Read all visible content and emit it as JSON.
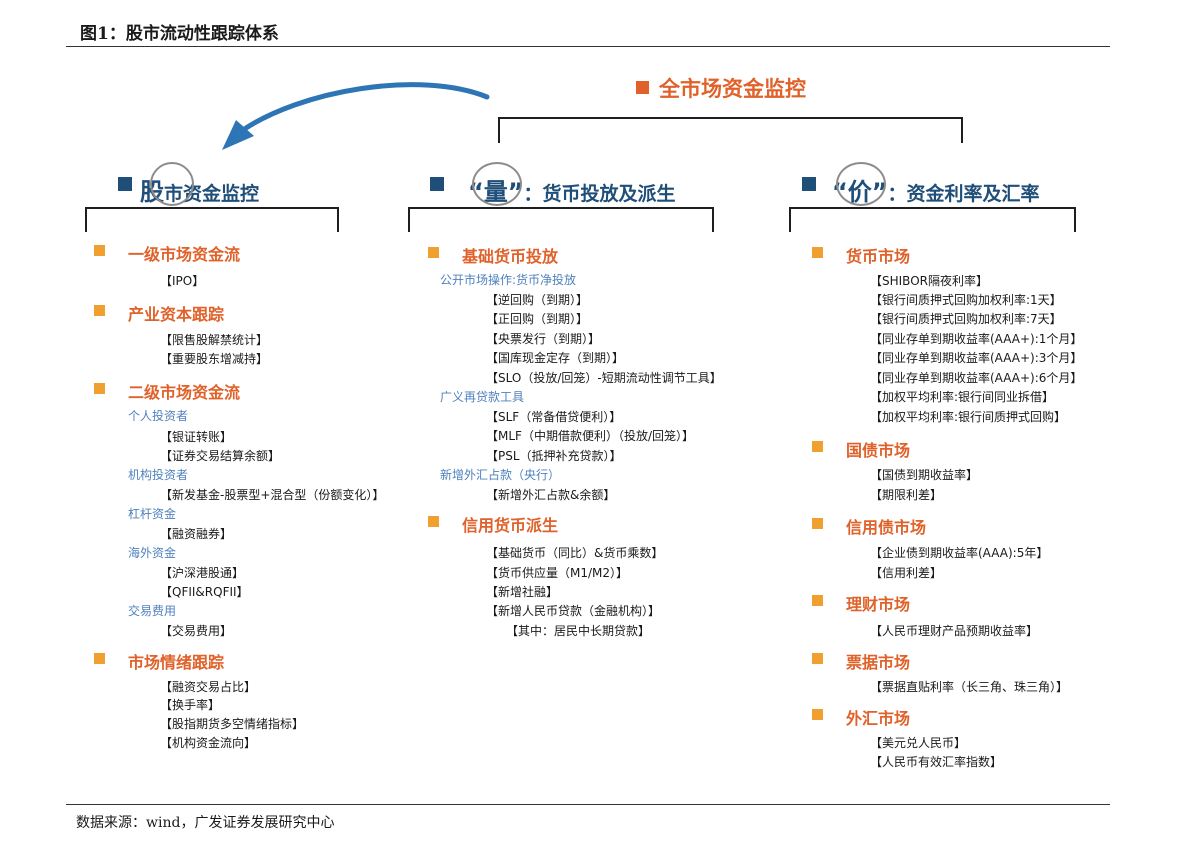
{
  "figure_title": "图1：股市流动性跟踪体系",
  "source": "数据来源：wind，广发证券发展研究中心",
  "top": {
    "title": "全市场资金监控"
  },
  "colors": {
    "orange": "#e0622a",
    "navy": "#1f4e79",
    "blue_sub": "#4f81bd",
    "arrow": "#2e75b6"
  },
  "columns": [
    {
      "title_big": "股",
      "title_rest": "市资金监控",
      "sections": [
        {
          "title": "一级市场资金流",
          "items": [
            "【IPO】"
          ]
        },
        {
          "title": "产业资本跟踪",
          "items": [
            "【限售股解禁统计】",
            "【重要股东增减持】"
          ]
        },
        {
          "title": "二级市场资金流",
          "groups": [
            {
              "label": "个人投资者",
              "items": [
                "【银证转账】",
                "【证券交易结算余额】"
              ]
            },
            {
              "label": "机构投资者",
              "items": [
                "【新发基金-股票型+混合型（份额变化）】"
              ]
            },
            {
              "label": "杠杆资金",
              "items": [
                "【融资融券】"
              ]
            },
            {
              "label": "海外资金",
              "items": [
                "【沪深港股通】",
                "【QFII&RQFII】"
              ]
            },
            {
              "label": "交易费用",
              "items": [
                "【交易费用】"
              ]
            }
          ]
        },
        {
          "title": "市场情绪跟踪",
          "items": [
            "【融资交易占比】",
            "【换手率】",
            "【股指期货多空情绪指标】",
            "【机构资金流向】"
          ]
        }
      ]
    },
    {
      "title_big": "“量”",
      "title_rest": "：货币投放及派生",
      "sections": [
        {
          "title": "基础货币投放",
          "groups": [
            {
              "label": "公开市场操作:货币净投放",
              "items": [
                "【逆回购（到期）】",
                "【正回购（到期）】",
                "【央票发行（到期）】",
                "【国库现金定存（到期）】",
                "【SLO（投放/回笼）-短期流动性调节工具】"
              ]
            },
            {
              "label": "广义再贷款工具",
              "items": [
                "【SLF（常备借贷便利）】",
                "【MLF（中期借款便利）（投放/回笼）】",
                "【PSL（抵押补充贷款）】"
              ]
            },
            {
              "label": "新增外汇占款（央行）",
              "items": [
                "【新增外汇占款&余额】"
              ]
            }
          ]
        },
        {
          "title": "信用货币派生",
          "items": [
            "【基础货币（同比）&货币乘数】",
            "【货币供应量（M1/M2）】",
            "【新增社融】",
            "【新增人民币贷款（金融机构）】"
          ],
          "subitem": "【其中：居民中长期贷款】"
        }
      ]
    },
    {
      "title_big": "“价”",
      "title_rest": "：资金利率及汇率",
      "sections": [
        {
          "title": "货币市场",
          "items": [
            "【SHIBOR隔夜利率】",
            "【银行间质押式回购加权利率:1天】",
            "【银行间质押式回购加权利率:7天】",
            "【同业存单到期收益率(AAA+):1个月】",
            "【同业存单到期收益率(AAA+):3个月】",
            "【同业存单到期收益率(AAA+):6个月】",
            "【加权平均利率:银行间同业拆借】",
            "【加权平均利率:银行间质押式回购】"
          ]
        },
        {
          "title": "国债市场",
          "items": [
            "【国债到期收益率】",
            "【期限利差】"
          ]
        },
        {
          "title": "信用债市场",
          "items": [
            "【企业债到期收益率(AAA):5年】",
            "【信用利差】"
          ]
        },
        {
          "title": "理财市场",
          "items": [
            "【人民币理财产品预期收益率】"
          ]
        },
        {
          "title": "票据市场",
          "items": [
            "【票据直贴利率（长三角、珠三角）】"
          ]
        },
        {
          "title": "外汇市场",
          "items": [
            "【美元兑人民币】",
            "【人民币有效汇率指数】"
          ]
        }
      ]
    }
  ]
}
